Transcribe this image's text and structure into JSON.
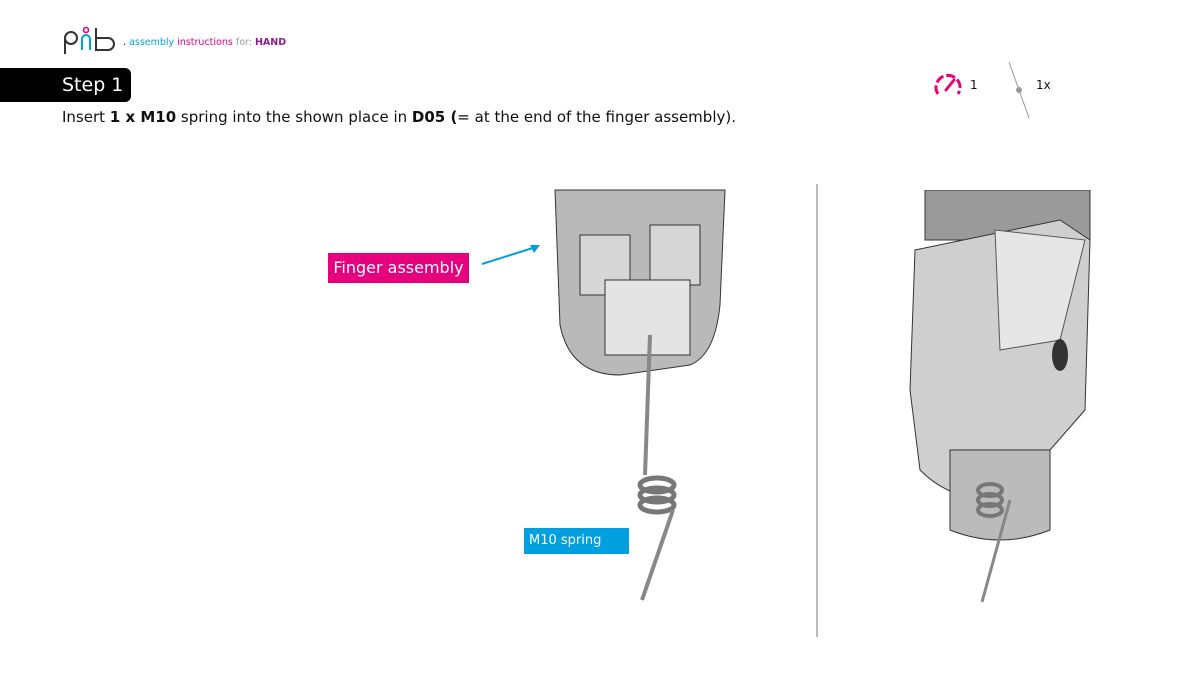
{
  "header": {
    "brand_prefix": ".",
    "brand_assembly": " assembly",
    "brand_instructions": " instructions",
    "brand_for": " for: ",
    "brand_product": "HAND",
    "logo_text": "pib"
  },
  "step": {
    "title": "Step 1",
    "instruction_parts": [
      "Insert ",
      "1 x M10",
      " spring into the shown place in ",
      "D05 (",
      "= at the end of the finger assembly)."
    ]
  },
  "meta": {
    "difficulty_icon": "speedometer-icon",
    "difficulty": "1",
    "quantity_icon": "spring-icon",
    "quantity": "1x"
  },
  "callouts": {
    "finger_assembly": "Finger assembly",
    "m10_spring": "M10 spring"
  },
  "colors": {
    "magenta": "#e6007e",
    "cyan": "#00a0e0",
    "purple": "#8a1f8e"
  }
}
